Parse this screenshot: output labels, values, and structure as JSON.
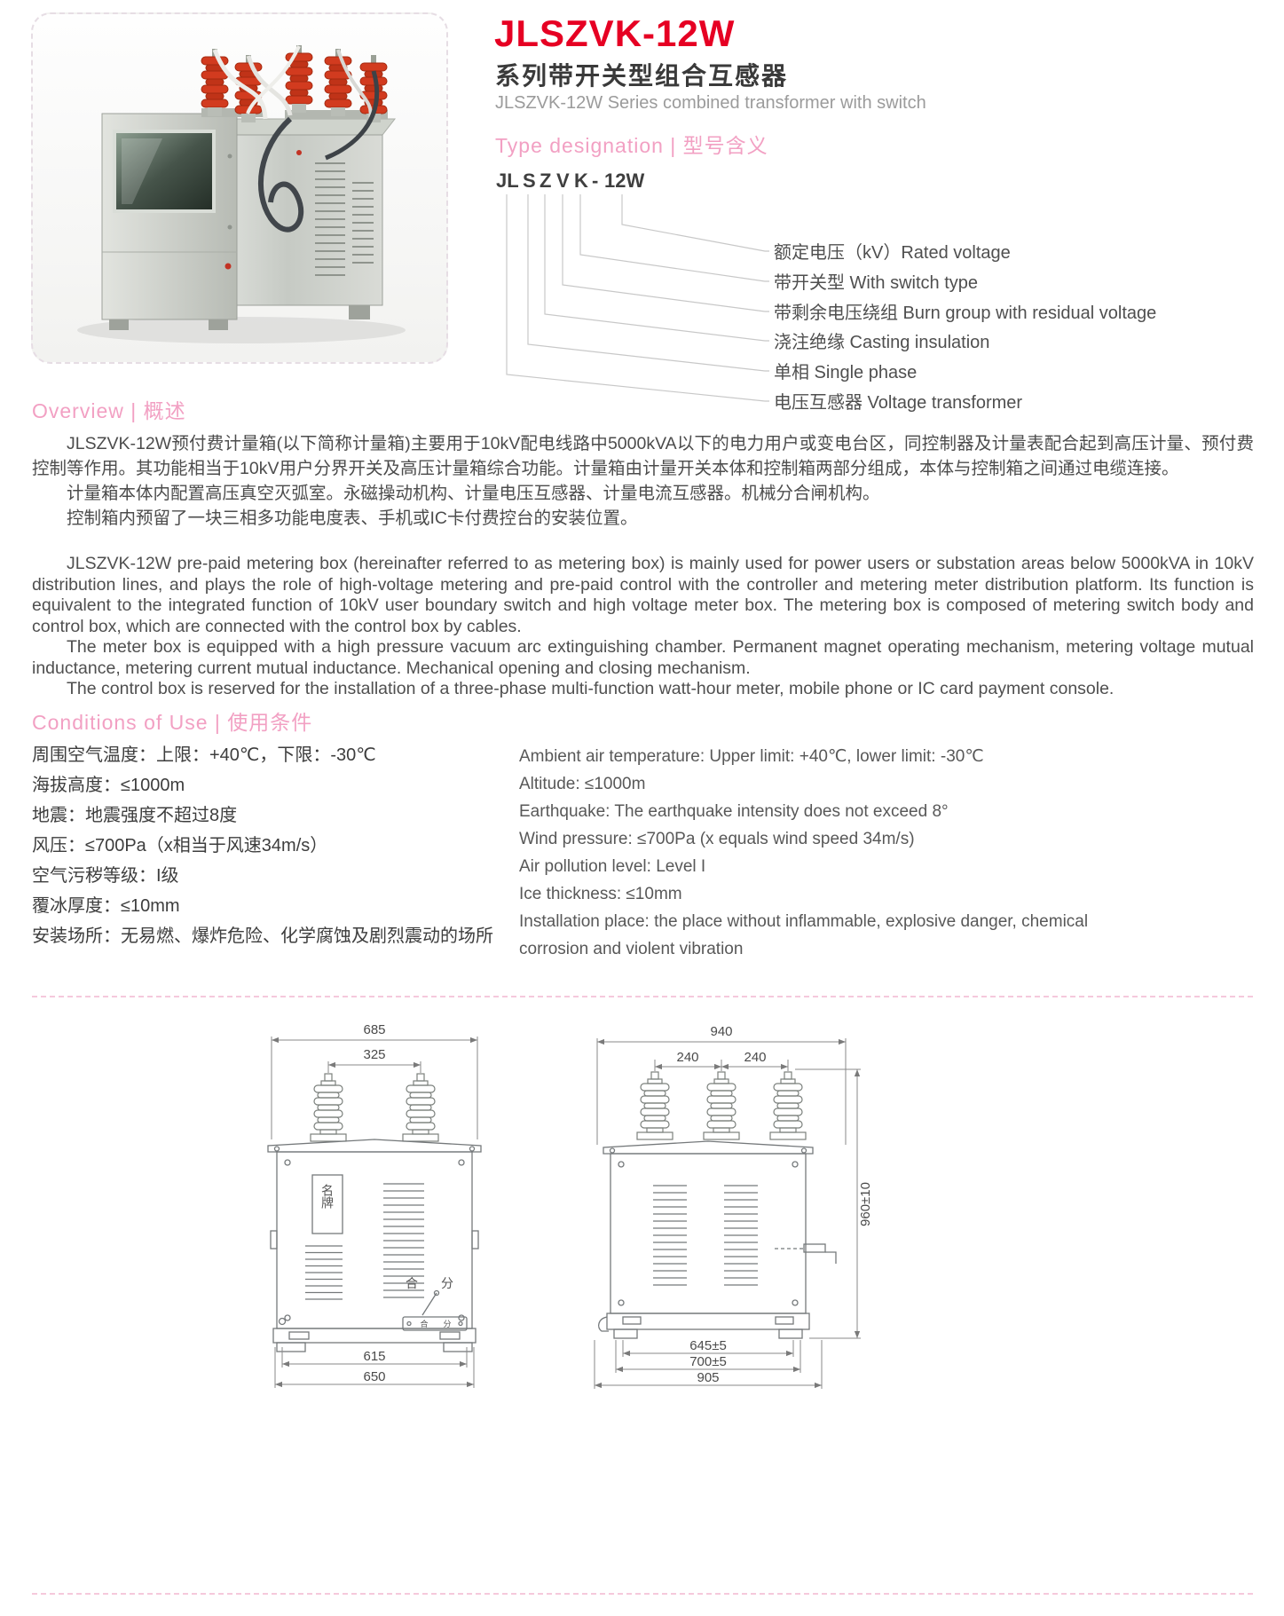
{
  "header": {
    "model": "JLSZVK-12W",
    "series_zh": "系列带开关型组合互感器",
    "series_en": "JLSZVK-12W Series combined transformer with switch"
  },
  "type_designation": {
    "heading": "Type designation | 型号含义",
    "code_parts": [
      "JL",
      "S",
      "Z",
      "V",
      "K",
      "-",
      "12W"
    ],
    "labels": [
      "额定电压（kV）Rated voltage",
      "带开关型 With switch type",
      "带剩余电压绕组 Burn group with residual voltage",
      "浇注绝缘 Casting insulation",
      "单相 Single phase",
      "电压互感器 Voltage transformer"
    ]
  },
  "overview": {
    "heading": "Overview | 概述",
    "zh": [
      "JLSZVK-12W预付费计量箱(以下简称计量箱)主要用于10kV配电线路中5000kVA以下的电力用户或变电台区，同控制器及计量表配合起到高压计量、预付费控制等作用。其功能相当于10kV用户分界开关及高压计量箱综合功能。计量箱由计量开关本体和控制箱两部分组成，本体与控制箱之间通过电缆连接。",
      "计量箱本体内配置高压真空灭弧室。永磁操动机构、计量电压互感器、计量电流互感器。机械分合闸机构。",
      "控制箱内预留了一块三相多功能电度表、手机或IC卡付费控台的安装位置。"
    ],
    "en": [
      "JLSZVK-12W pre-paid metering box (hereinafter referred to as metering box) is mainly used for power users or substation areas below 5000kVA in 10kV distribution lines, and plays the role of high-voltage metering and pre-paid control with the controller and metering meter distribution platform. Its function is equivalent to the integrated function of 10kV user boundary switch and high voltage meter box. The metering box is composed of metering switch body and control box, which are connected with the control box by cables.",
      "The meter box is equipped with a high pressure vacuum arc extinguishing chamber. Permanent magnet operating mechanism, metering voltage mutual inductance, metering current mutual inductance. Mechanical opening and closing mechanism.",
      "The control box is reserved for the installation of a three-phase multi-function watt-hour meter, mobile phone or IC card payment console."
    ]
  },
  "conditions": {
    "heading": "Conditions of Use | 使用条件",
    "zh": [
      "周围空气温度：上限：+40℃，下限：-30℃",
      "海拔高度：≤1000m",
      "地震：地震强度不超过8度",
      "风压：≤700Pa（x相当于风速34m/s）",
      "空气污秽等级：I级",
      "覆冰厚度：≤10mm",
      "安装场所：无易燃、爆炸危险、化学腐蚀及剧烈震动的场所"
    ],
    "en": [
      "Ambient air temperature: Upper limit: +40℃, lower limit: -30℃",
      "Altitude: ≤1000m",
      "Earthquake: The earthquake intensity does not exceed 8°",
      "Wind pressure: ≤700Pa (x equals wind speed 34m/s)",
      "Air pollution level: Level I",
      "Ice thickness: ≤10mm",
      "Installation place: the place without inflammable, explosive danger, chemical corrosion and violent vibration"
    ]
  },
  "drawings": {
    "front": {
      "dim_top": "685",
      "dim_span": "325",
      "dim_inner": "615",
      "dim_outer": "650",
      "nameplate": "名牌",
      "close_label": "合",
      "open_label": "分"
    },
    "side": {
      "dim_top": "940",
      "dim_s1": "240",
      "dim_s2": "240",
      "dim_height": "960±10",
      "dim_b1": "645±5",
      "dim_b2": "700±5",
      "dim_b3": "905"
    }
  }
}
